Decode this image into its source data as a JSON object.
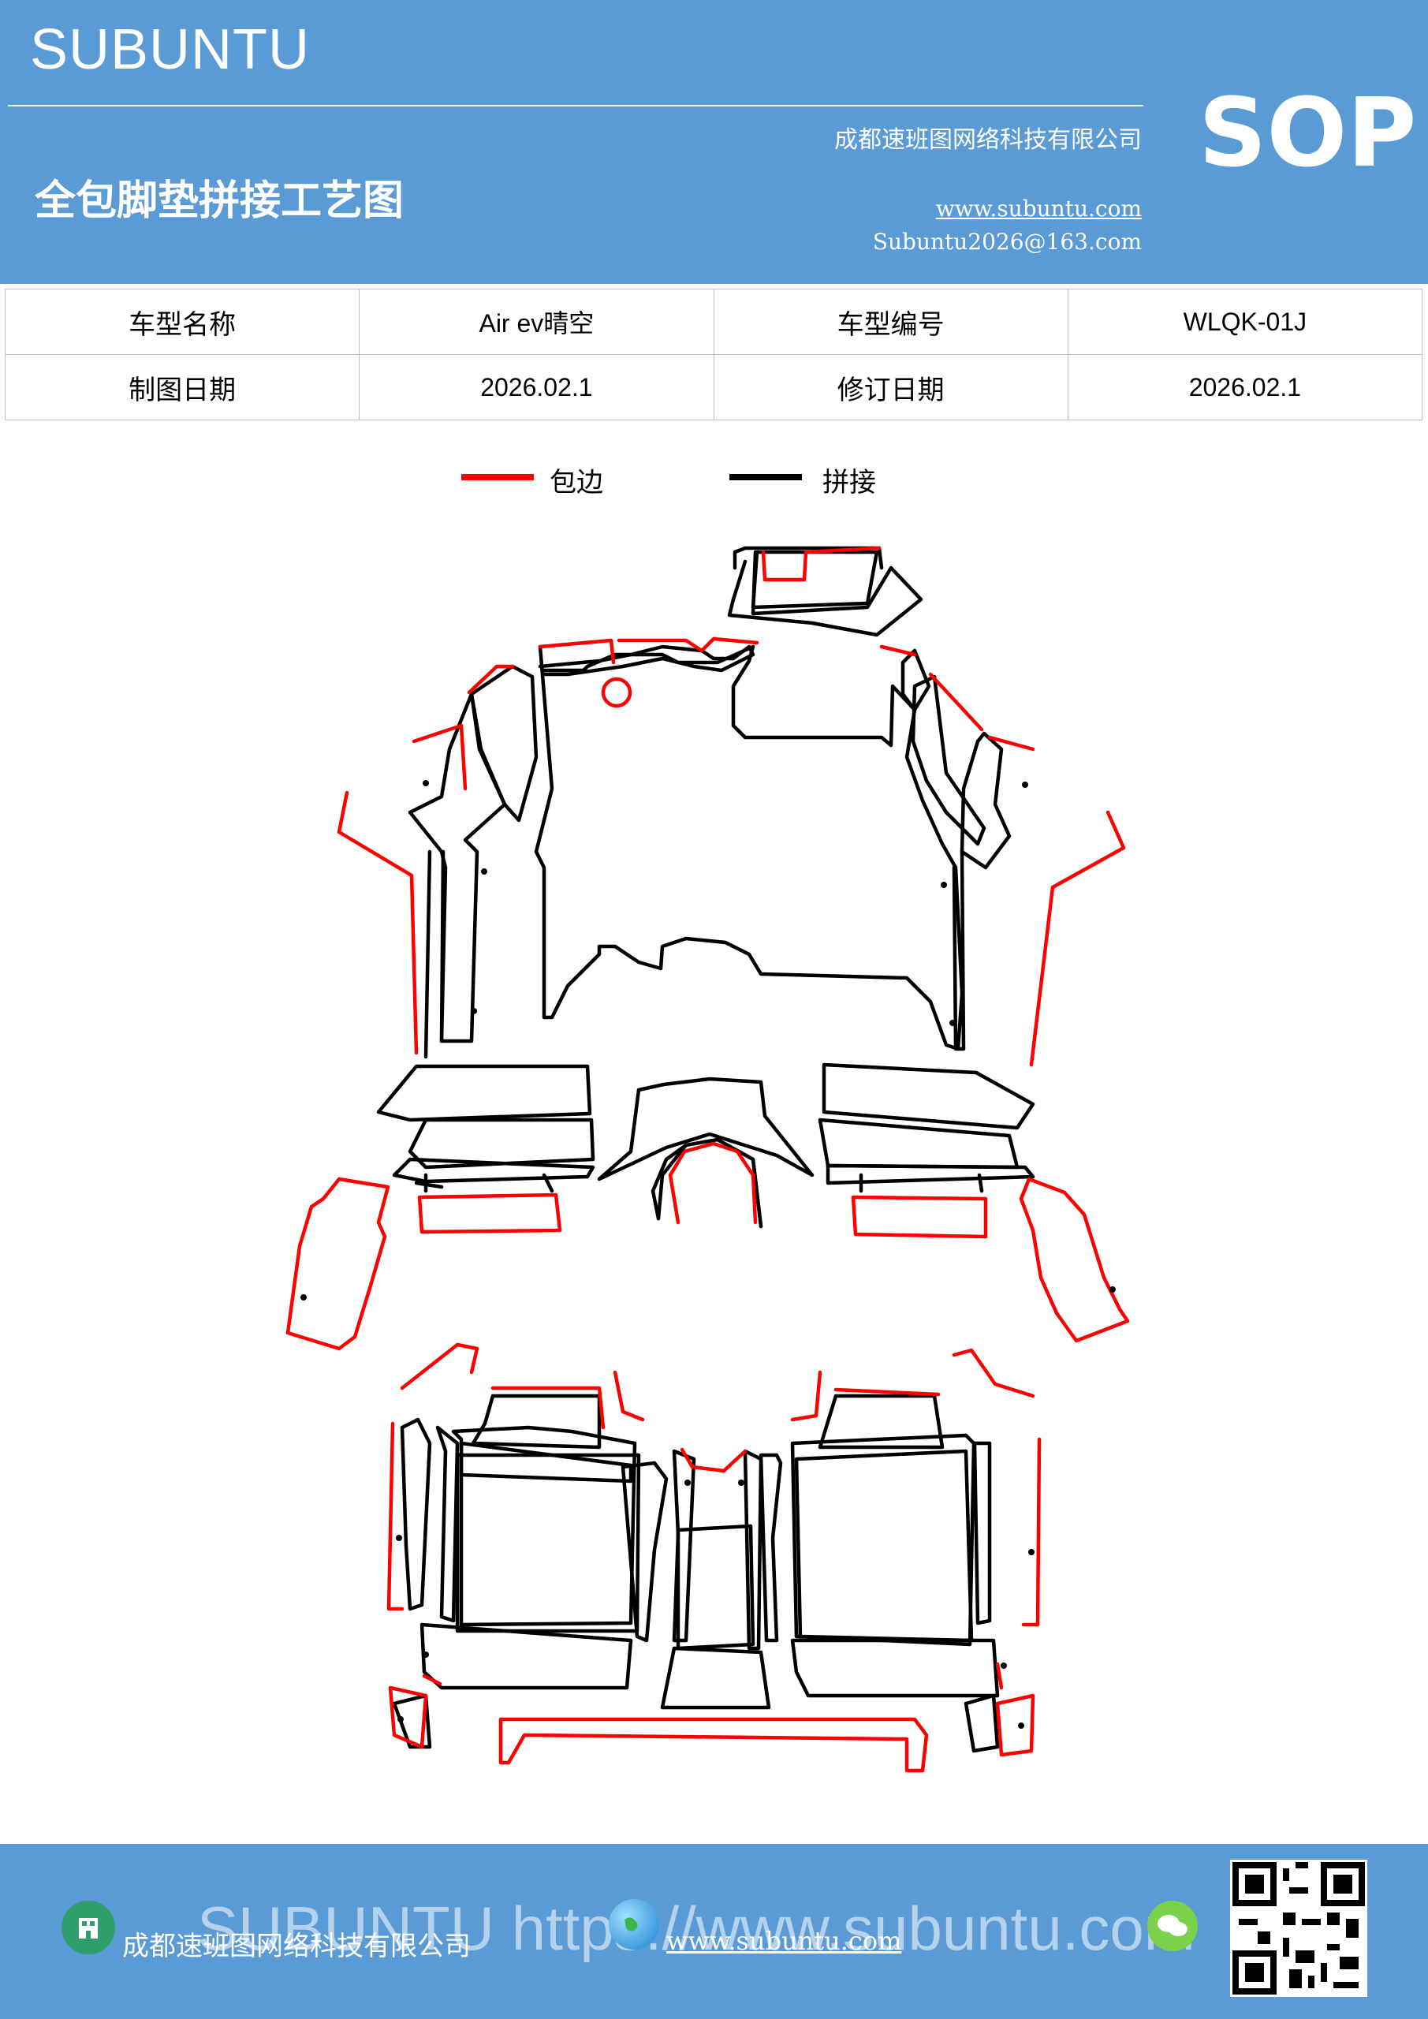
{
  "header": {
    "brand": "SUBUNTU",
    "title": "全包脚垫拼接工艺图",
    "company": "成都速班图网络科技有限公司",
    "website": "www.subuntu.com",
    "email": "Subuntu2026@163.com",
    "badge": "SOP",
    "background": "#5b9bd5"
  },
  "info_table": {
    "rows": [
      [
        "车型名称",
        "Air  ev晴空",
        "车型编号",
        "WLQK-01J"
      ],
      [
        "制图日期",
        "2026.02.1",
        "修订日期",
        "2026.02.1"
      ]
    ]
  },
  "legend": {
    "items": [
      {
        "label": "包边",
        "color": "#ff0000"
      },
      {
        "label": "拼接",
        "color": "#000000"
      }
    ]
  },
  "footer": {
    "company": "成都速班图网络科技有限公司",
    "website": "www.subuntu.com",
    "watermark": "SUBUNTU https://www.subuntu.com",
    "icons": [
      "building-icon",
      "globe-icon",
      "wechat-icon",
      "qr-code"
    ]
  }
}
